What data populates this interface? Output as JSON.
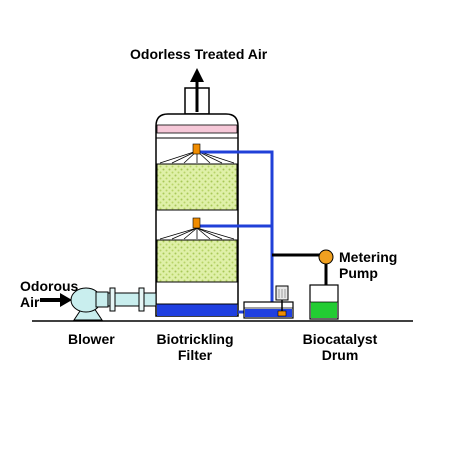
{
  "labels": {
    "top": "Odorless Treated Air",
    "inlet_line1": "Odorous",
    "inlet_line2": "Air",
    "blower": "Blower",
    "filter_line1": "Biotrickling",
    "filter_line2": "Filter",
    "pump_line1": "Metering",
    "pump_line2": "Pump",
    "drum_line1": "Biocatalyst",
    "drum_line2": "Drum"
  },
  "colors": {
    "packing": "#dff0a8",
    "packing_dots": "#a8c858",
    "water": "#1f3fe0",
    "pipe": "#2040d8",
    "pink_layer": "#f6c8d8",
    "nozzle": "#f08c00",
    "pump": "#f0a020",
    "drum_liquid": "#22cc33",
    "blower": "#c9eeee"
  }
}
